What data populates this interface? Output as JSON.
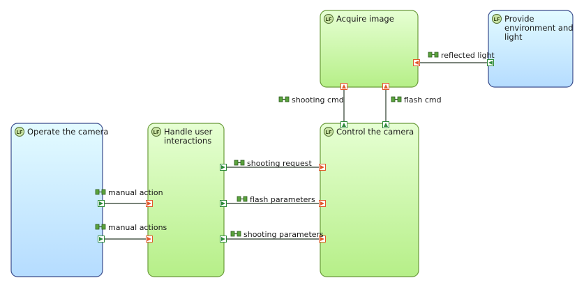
{
  "functions": [
    {
      "id": "operate",
      "title": [
        "Operate the camera"
      ],
      "kind": "actor",
      "badge": "LF"
    },
    {
      "id": "handle",
      "title": [
        "Handle user",
        "interactions"
      ],
      "kind": "system",
      "badge": "LF"
    },
    {
      "id": "control",
      "title": [
        "Control the camera"
      ],
      "kind": "system",
      "badge": "LF"
    },
    {
      "id": "acquire",
      "title": [
        "Acquire image"
      ],
      "kind": "system",
      "badge": "LF"
    },
    {
      "id": "provide",
      "title": [
        "Provide",
        "environment and",
        "light"
      ],
      "kind": "actor",
      "badge": "LF"
    }
  ],
  "exchanges": [
    {
      "id": "manual-action",
      "label": "manual action",
      "from": "operate",
      "to": "handle"
    },
    {
      "id": "manual-actions",
      "label": "manual actions",
      "from": "operate",
      "to": "handle"
    },
    {
      "id": "shooting-request",
      "label": "shooting request",
      "from": "handle",
      "to": "control"
    },
    {
      "id": "flash-parameters",
      "label": "flash parameters",
      "from": "handle",
      "to": "control"
    },
    {
      "id": "shooting-parameters",
      "label": "shooting parameters",
      "from": "handle",
      "to": "control"
    },
    {
      "id": "shooting-cmd",
      "label": "shooting cmd",
      "from": "control",
      "to": "acquire"
    },
    {
      "id": "flash-cmd",
      "label": "flash cmd",
      "from": "control",
      "to": "acquire"
    },
    {
      "id": "reflected-light",
      "label": "reflected light",
      "from": "provide",
      "to": "acquire"
    }
  ],
  "colors": {
    "system_fill_top": "#e6ffd3",
    "system_fill_bottom": "#b6ef88",
    "system_stroke": "#6a9b3a",
    "actor_fill_top": "#e3fbff",
    "actor_fill_bottom": "#b5dcff",
    "actor_stroke": "#3a4c8c",
    "port_out": "#2d8a3a",
    "port_in": "#e2582b",
    "link": "#2b3b2b"
  }
}
